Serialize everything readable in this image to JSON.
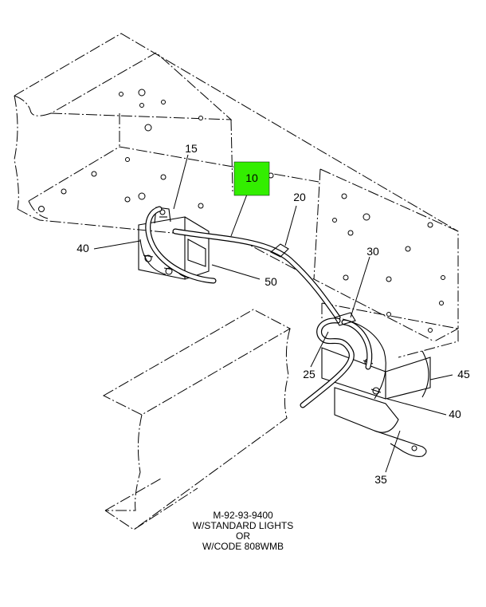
{
  "callouts": [
    {
      "id": "10",
      "label": "10",
      "highlighted": true
    },
    {
      "id": "15",
      "label": "15"
    },
    {
      "id": "20",
      "label": "20"
    },
    {
      "id": "25",
      "label": "25"
    },
    {
      "id": "30",
      "label": "30"
    },
    {
      "id": "35",
      "label": "35"
    },
    {
      "id": "40a",
      "label": "40"
    },
    {
      "id": "40b",
      "label": "40"
    },
    {
      "id": "45",
      "label": "45"
    },
    {
      "id": "50",
      "label": "50"
    }
  ],
  "caption": {
    "line1": "M-92-93-9400",
    "line2": "W/STANDARD LIGHTS",
    "line3": "OR",
    "line4": "W/CODE 808WMB"
  },
  "colors": {
    "highlight": "#33ee00",
    "line": "#000000",
    "background": "#ffffff"
  }
}
